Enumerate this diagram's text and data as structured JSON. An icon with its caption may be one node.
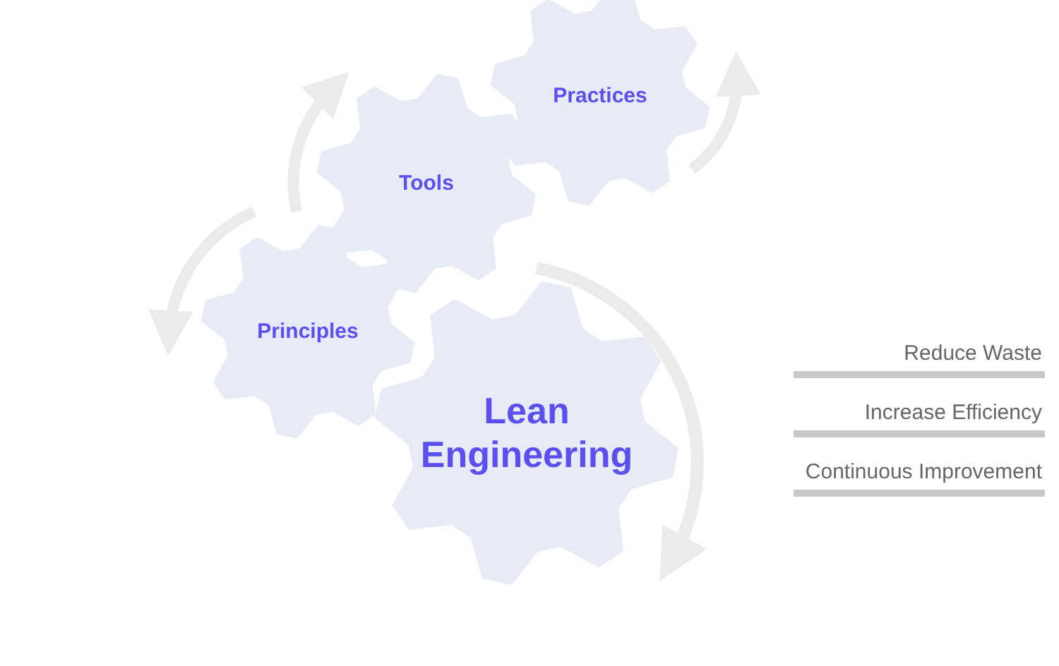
{
  "diagram": {
    "nodes": [
      {
        "text": [
          "Practices"
        ]
      },
      {
        "text": [
          "Tools"
        ]
      },
      {
        "text": [
          "Principles"
        ]
      },
      {
        "text": [
          "Lean Engineering"
        ]
      }
    ],
    "edges": [],
    "labels": [
      "Reduce Waste",
      "Increase Efficiency",
      "Continuous Improvement"
    ]
  }
}
